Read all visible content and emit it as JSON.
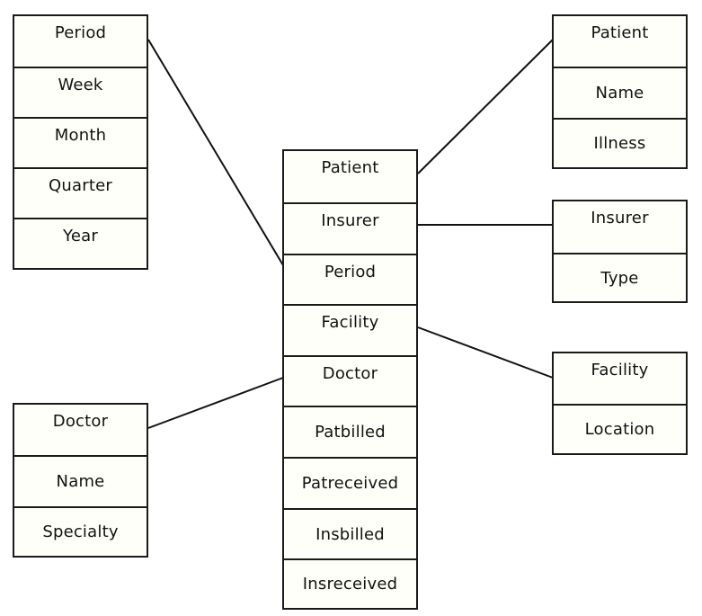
{
  "tables": {
    "period": {
      "header": "Period",
      "fields": [
        "Week",
        "Month",
        "Quarter",
        "Year"
      ]
    },
    "patient": {
      "header": "Patient",
      "fields": [
        "Name",
        "Illness"
      ]
    },
    "insurer": {
      "header": "Insurer",
      "fields": [
        "Type"
      ]
    },
    "facility": {
      "header": "Facility",
      "fields": [
        "Location"
      ]
    },
    "doctor": {
      "header": "Doctor",
      "fields": [
        "Name",
        "Specialty"
      ]
    },
    "fact": {
      "fields": [
        "Patient",
        "Insurer",
        "Period",
        "Facility",
        "Doctor",
        "Patbilled",
        "Patreceived",
        "Insbilled",
        "Insreceived"
      ]
    }
  },
  "relationships": [
    {
      "from": "fact.Patient",
      "to": "patient"
    },
    {
      "from": "fact.Insurer",
      "to": "insurer"
    },
    {
      "from": "fact.Period",
      "to": "period"
    },
    {
      "from": "fact.Facility",
      "to": "facility"
    },
    {
      "from": "fact.Doctor",
      "to": "doctor"
    }
  ]
}
